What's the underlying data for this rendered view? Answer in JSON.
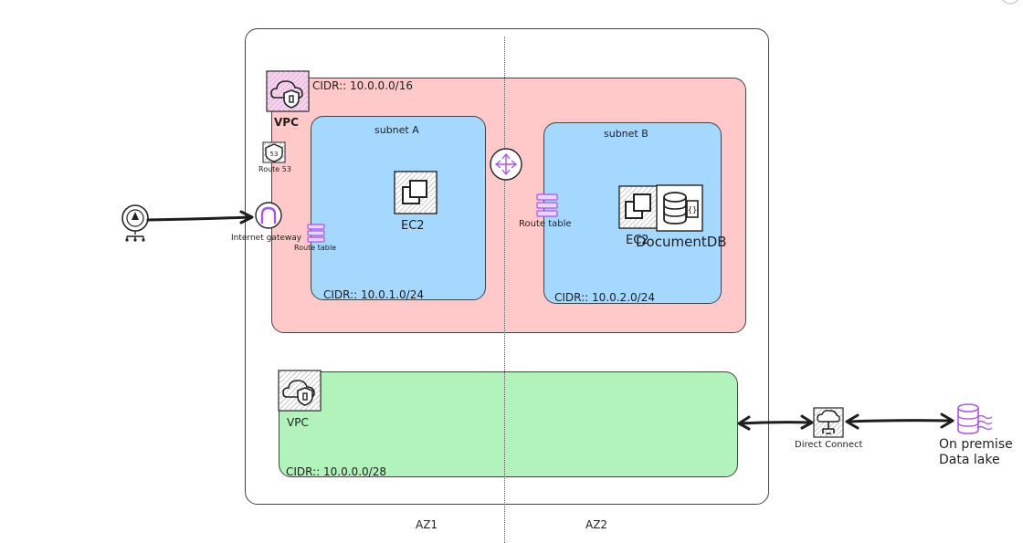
{
  "vpc_primary": {
    "cidr": "CIDR:: 10.0.0.0/16",
    "label": "VPC",
    "route53_label": "Route 53",
    "internet_gateway_label": "Internet gateway",
    "route_table_label": "Route table"
  },
  "subnet_a": {
    "title": "subnet A",
    "ec2_label": "EC2",
    "cidr": "CIDR:: 10.0.1.0/24"
  },
  "subnet_b": {
    "title": "subnet B",
    "ec2_label": "EC2",
    "docdb_label": "DocumentDB",
    "cidr": "CIDR:: 10.0.2.0/24"
  },
  "router": {
    "route_table_label": "Route table"
  },
  "vpc_secondary": {
    "label": "VPC",
    "cidr": "CIDR:: 10.0.0.0/28"
  },
  "direct_connect": {
    "label": "Direct Connect"
  },
  "on_premise": {
    "line1": "On premise",
    "line2": "Data lake"
  },
  "az": {
    "az1": "AZ1",
    "az2": "AZ2"
  },
  "colors": {
    "vpc_fill": "#ffc9c9",
    "subnet_fill": "#a5d8ff",
    "vpc2_fill": "#b2f2bb",
    "aws_icon": "#a855f7"
  }
}
